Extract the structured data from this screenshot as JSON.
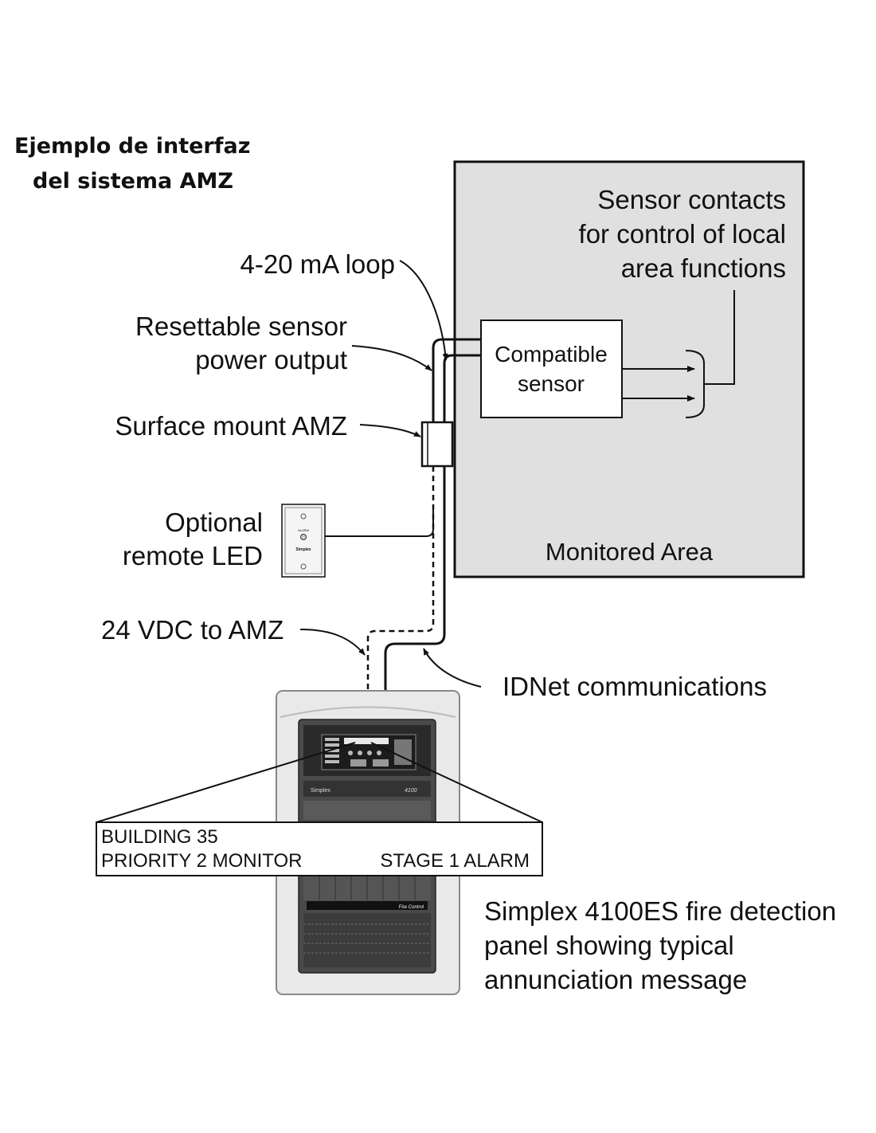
{
  "title": {
    "line1": "Ejemplo de interfaz",
    "line2": "del sistema AMZ"
  },
  "monitored_area": {
    "label": "Monitored Area",
    "contacts_line1": "Sensor contacts",
    "contacts_line2": "for control of local",
    "contacts_line3": "area functions"
  },
  "sensor": {
    "line1": "Compatible",
    "line2": "sensor"
  },
  "labels": {
    "loop": "4-20 mA loop",
    "power_line1": "Resettable sensor",
    "power_line2": "power output",
    "amz": "Surface mount AMZ",
    "led_line1": "Optional",
    "led_line2": "remote LED",
    "vdc": "24 VDC to AMZ",
    "idnet": "IDNet communications"
  },
  "remote_led_plate": {
    "text1": "ALARM",
    "text2": "Simplex"
  },
  "panel": {
    "brand": "Simplex",
    "model": "4100",
    "strip_label": "Fire Control",
    "caption_line1": "Simplex 4100ES fire detection",
    "caption_line2": "panel showing typical",
    "caption_line3": "annunciation message"
  },
  "message": {
    "line1": "BUILDING 35",
    "line2_left": "PRIORITY 2 MONITOR",
    "line2_right": "STAGE 1 ALARM"
  },
  "colors": {
    "area_fill": "#e0e0e0",
    "panel_face": "#3a3a3a",
    "stroke": "#111111"
  }
}
